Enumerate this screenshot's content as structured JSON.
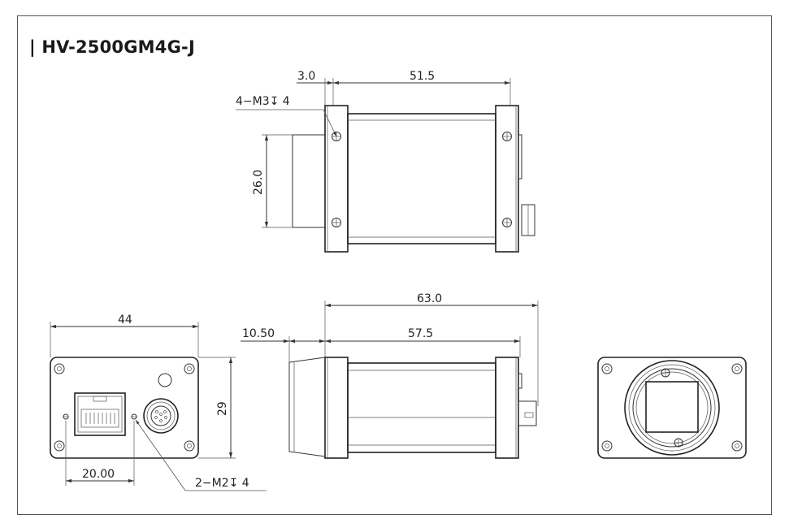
{
  "title": "| HV-2500GM4G-J",
  "top_view": {
    "dim_flange": "3.0",
    "dim_body": "51.5",
    "dim_height": "26.0",
    "callout_holes": "4−M3↧ 4"
  },
  "back_view": {
    "dim_width": "44",
    "dim_height": "29",
    "dim_offset": "20.00",
    "callout_holes": "2−M2↧ 4"
  },
  "side_view": {
    "dim_total": "63.0",
    "dim_front": "10.50",
    "dim_body": "57.5"
  },
  "colors": {
    "line": "#333333",
    "text": "#1a1a1a"
  }
}
